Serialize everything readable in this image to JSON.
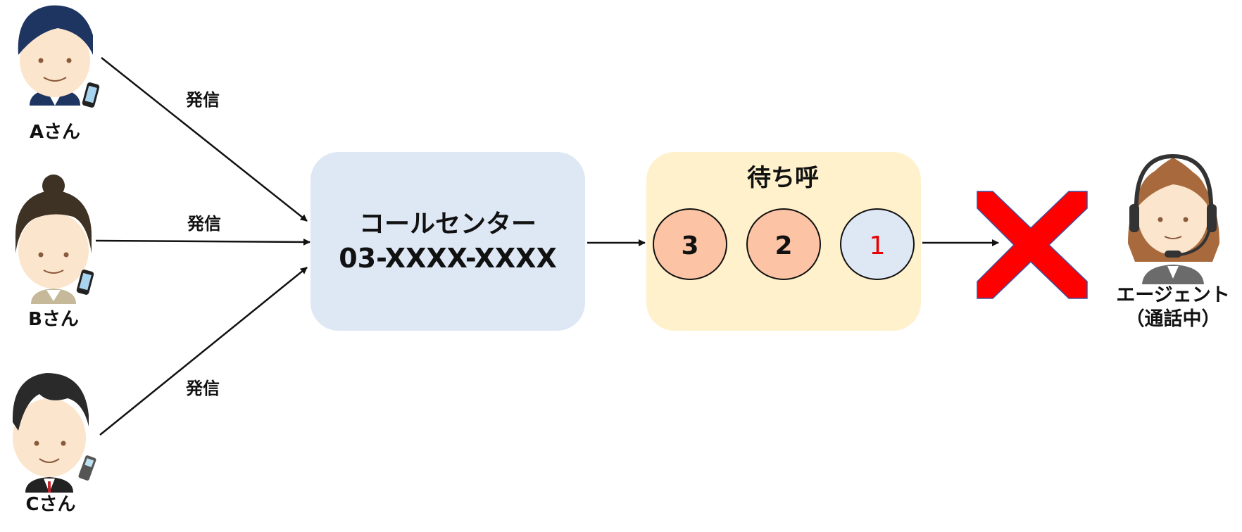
{
  "callers": [
    {
      "name": "Aさん",
      "arrow_label": "発信",
      "icon": "businessman-with-phone-icon"
    },
    {
      "name": "Bさん",
      "arrow_label": "発信",
      "icon": "woman-with-phone-icon"
    },
    {
      "name": "Cさん",
      "arrow_label": "発信",
      "icon": "man-with-phone-icon"
    }
  ],
  "call_center": {
    "title": "コールセンター",
    "number": "03-XXXX-XXXX",
    "color": "#dde8f4"
  },
  "queue": {
    "title": "待ち呼",
    "color": "#fff1cc",
    "calls": [
      {
        "label": "3",
        "fill": "#fcc3a4",
        "text_color": "#111111"
      },
      {
        "label": "2",
        "fill": "#fcc3a4",
        "text_color": "#111111"
      },
      {
        "label": "1",
        "fill": "#dde8f4",
        "text_color": "#e60000"
      }
    ]
  },
  "blocked_mark": {
    "icon": "red-x-icon",
    "color": "#ff0000"
  },
  "agent": {
    "name": "エージェント",
    "status": "（通話中）",
    "icon": "agent-headset-icon"
  }
}
